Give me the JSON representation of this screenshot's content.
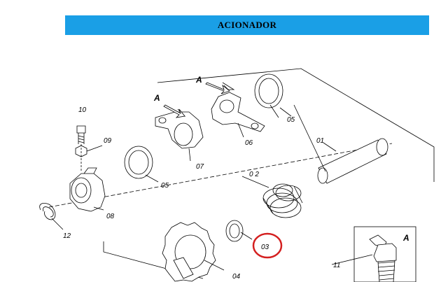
{
  "header": {
    "title": "ACIONADOR"
  },
  "labels": {
    "p01": "01",
    "p02": "0 2",
    "p03": "03",
    "p04": "04",
    "p05a": "05",
    "p05b": "05",
    "p06": "06",
    "p07": "07",
    "p08": "08",
    "p09": "09",
    "p10": "10",
    "p11": "11",
    "p12": "12",
    "view_a1": "A",
    "view_a2": "A",
    "view_a3": "A"
  },
  "highlight": {
    "part": "03",
    "color": "#d42020"
  }
}
